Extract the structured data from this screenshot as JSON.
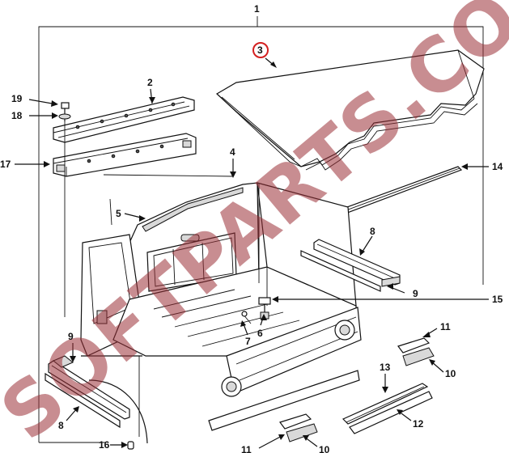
{
  "diagram": {
    "callouts": {
      "c1": "1",
      "c2": "2",
      "c3": "3",
      "c4": "4",
      "c5": "5",
      "c6": "6",
      "c7": "7",
      "c8a": "8",
      "c8b": "8",
      "c9a": "9",
      "c9b": "9",
      "c10a": "10",
      "c10b": "10",
      "c11a": "11",
      "c11b": "11",
      "c12": "12",
      "c13": "13",
      "c14": "14",
      "c15": "15",
      "c16": "16",
      "c17": "17",
      "c18": "18",
      "c19": "19"
    },
    "highlighted_callout": "3",
    "highlight_color": "#d42020",
    "watermark": "SOFTPARTS.COM",
    "watermark_color": "#9b2f36"
  }
}
